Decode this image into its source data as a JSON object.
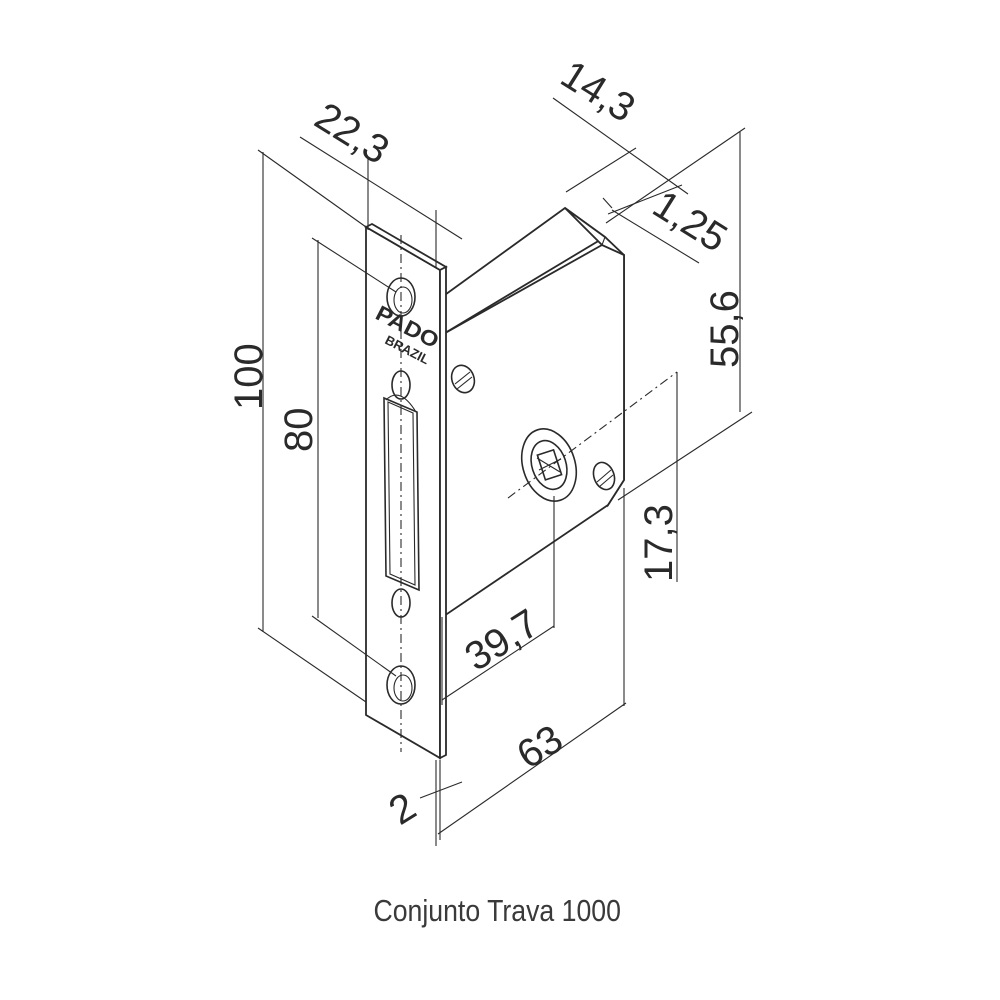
{
  "drawing": {
    "caption": "Conjunto Trava 1000",
    "faceplate_brand": "PADO",
    "faceplate_origin": "BRAZIL",
    "dimensions": {
      "width_top": "22,3",
      "depth_top": "14,3",
      "offset_small": "1,25",
      "height_body": "55,6",
      "total_height": "100",
      "hole_spacing": "80",
      "axis_offset": "17,3",
      "backset": "39,7",
      "body_length": "63",
      "plate_thickness": "2"
    }
  }
}
